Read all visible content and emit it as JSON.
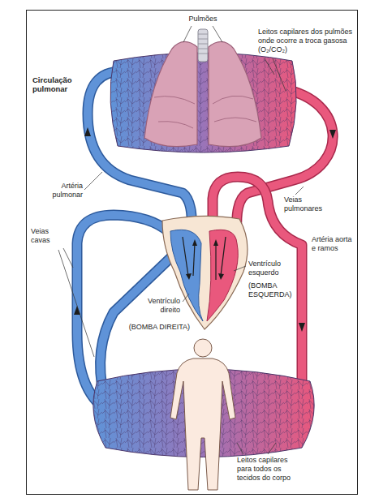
{
  "diagram": {
    "labels": [
      "Pulmões",
      "Leitos capilares dos pulmões onde ocorre a troca gasosa (O₂/CO₂)",
      "Circulação pulmonar",
      "Artéria pulmonar",
      "Veias pulmonares",
      "Artéria aorta e ramos",
      "Veias cavas",
      "Ventrículo esquerdo",
      "(BOMBA ESQUERDA)",
      "Ventrículo direito",
      "(BOMBA DIREITA)",
      "Leitos capilares para todos os tecidos do corpo"
    ]
  }
}
